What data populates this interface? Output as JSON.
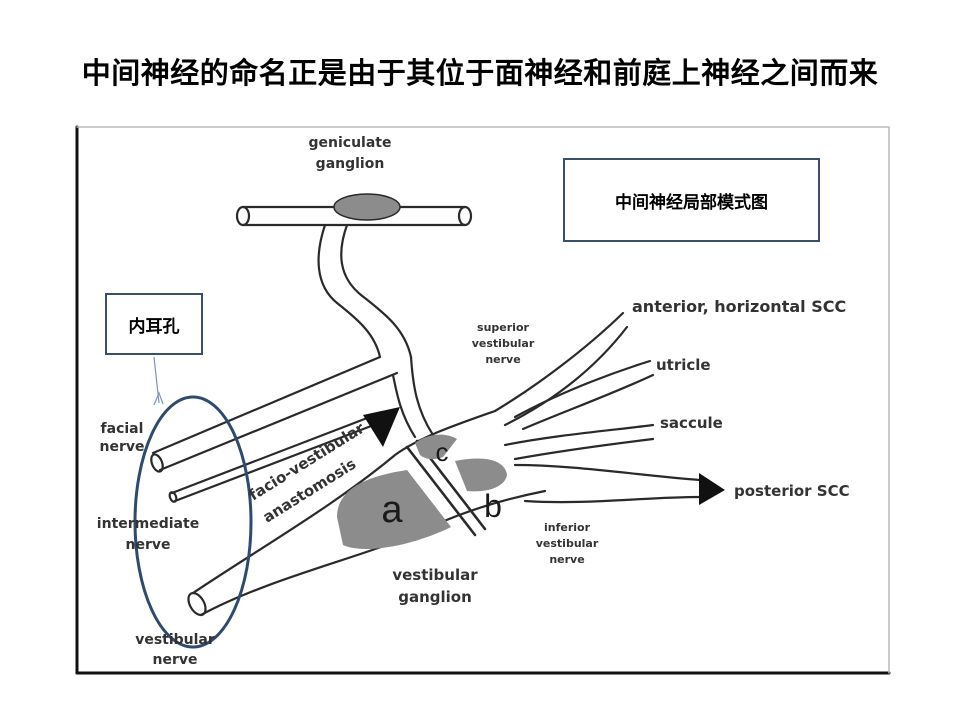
{
  "slide": {
    "title": "中间神经的命名正是由于其位于面神经和前庭上神经之间而来"
  },
  "figure": {
    "callouts": {
      "model_caption": "中间神经局部模式图",
      "internal_acoustic_meatus": "内耳孔"
    },
    "labels": {
      "geniculate_1": "geniculate",
      "geniculate_2": "ganglion",
      "anterior_horizontal_scc": "anterior, horizontal SCC",
      "superior_1": "superior",
      "superior_2": "vestibular",
      "superior_3": "nerve",
      "utricle": "utricle",
      "saccule": "saccule",
      "posterior_scc": "posterior SCC",
      "inferior_1": "inferior",
      "inferior_2": "vestibular",
      "inferior_3": "nerve",
      "facial_1": "facial",
      "facial_2": "nerve",
      "intermediate_1": "intermediate",
      "intermediate_2": "nerve",
      "facio_1": "facio-vestibular",
      "facio_2": "anastomosis",
      "vestibular_ganglion_1": "vestibular",
      "vestibular_ganglion_2": "ganglion",
      "vestibular_nerve_1": "vestibular",
      "vestibular_nerve_2": "nerve",
      "region_a": "a",
      "region_b": "b",
      "region_c": "c"
    },
    "colors": {
      "outline": "#2a2a2a",
      "ganglion_fill": "#8c8c8c",
      "highlight_ellipse": "#2f4a6e",
      "callout_border": "#3a4f6a"
    }
  }
}
